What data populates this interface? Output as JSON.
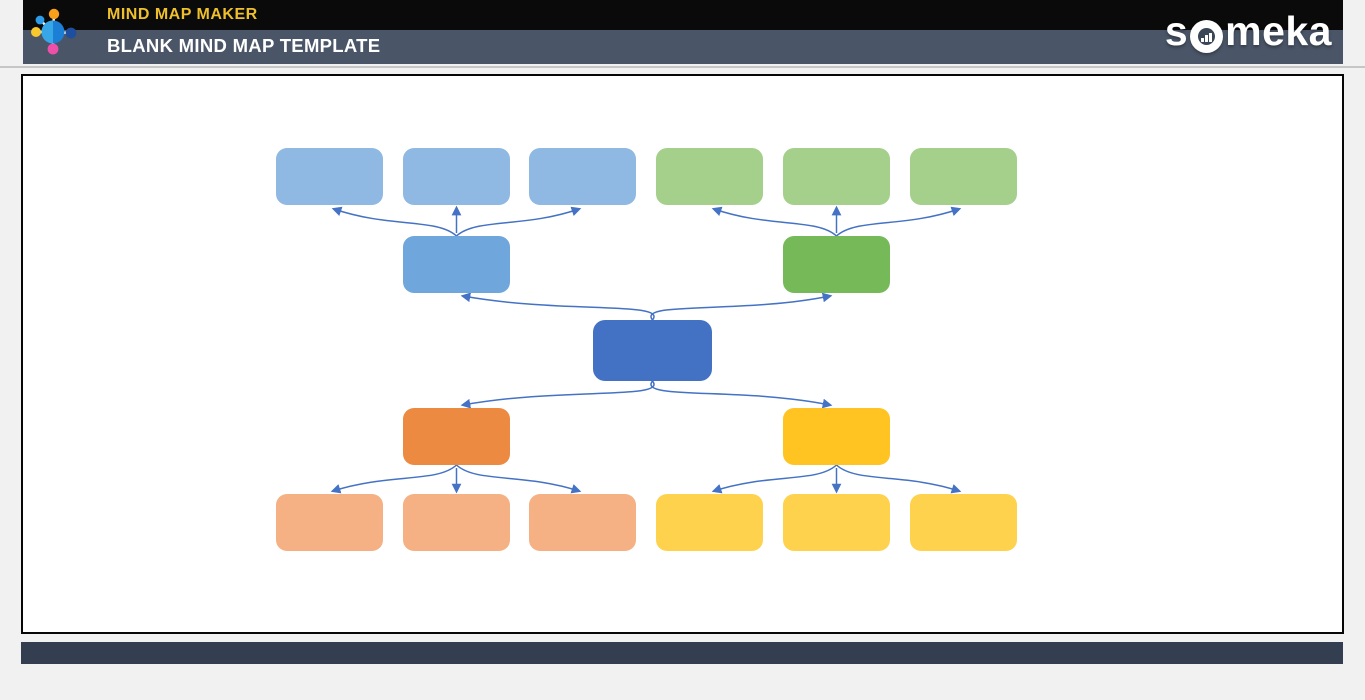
{
  "header": {
    "app_title": "MIND MAP MAKER",
    "sheet_title": "BLANK MIND MAP TEMPLATE",
    "brand": {
      "full": "someka",
      "prefix": "s",
      "suffix": "meka"
    }
  },
  "colors": {
    "header_top_bar": "#0A0A0A",
    "header_bottom_bar": "#4A5668",
    "app_title_text": "#EFBF2C",
    "sheet_title_text": "#FFFFFF",
    "divider": "#C6C6C6",
    "page_background": "#F1F1F2",
    "canvas_background": "#FFFFFF",
    "canvas_border": "#060606",
    "footer_bar": "#333F50",
    "connector": "#4472C4"
  },
  "diagram": {
    "type": "mind-map",
    "central": {
      "label": "",
      "color": "#4372C4"
    },
    "branches": [
      {
        "position": "top-left",
        "label": "",
        "color": "#6FA6DB",
        "leaf_color": "#8FB8E3",
        "leaves": [
          "",
          "",
          ""
        ]
      },
      {
        "position": "top-right",
        "label": "",
        "color": "#76B959",
        "leaf_color": "#A4D08B",
        "leaves": [
          "",
          "",
          ""
        ]
      },
      {
        "position": "bottom-left",
        "label": "",
        "color": "#EC8A42",
        "leaf_color": "#F5B183",
        "leaves": [
          "",
          "",
          ""
        ]
      },
      {
        "position": "bottom-right",
        "label": "",
        "color": "#FFC422",
        "leaf_color": "#FFD24E",
        "leaves": [
          "",
          "",
          ""
        ]
      }
    ]
  }
}
